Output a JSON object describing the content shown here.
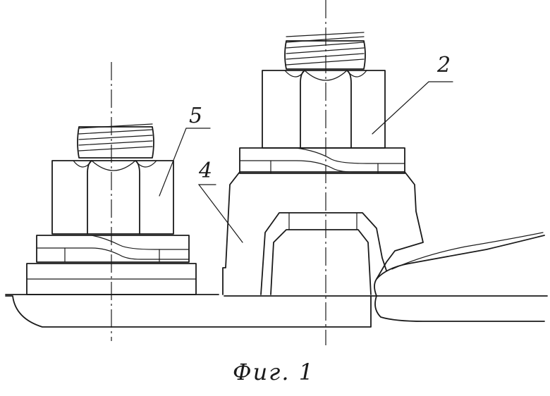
{
  "labels": {
    "callout_2": "2",
    "callout_4": "4",
    "callout_5": "5"
  },
  "caption": "Фиг. 1"
}
